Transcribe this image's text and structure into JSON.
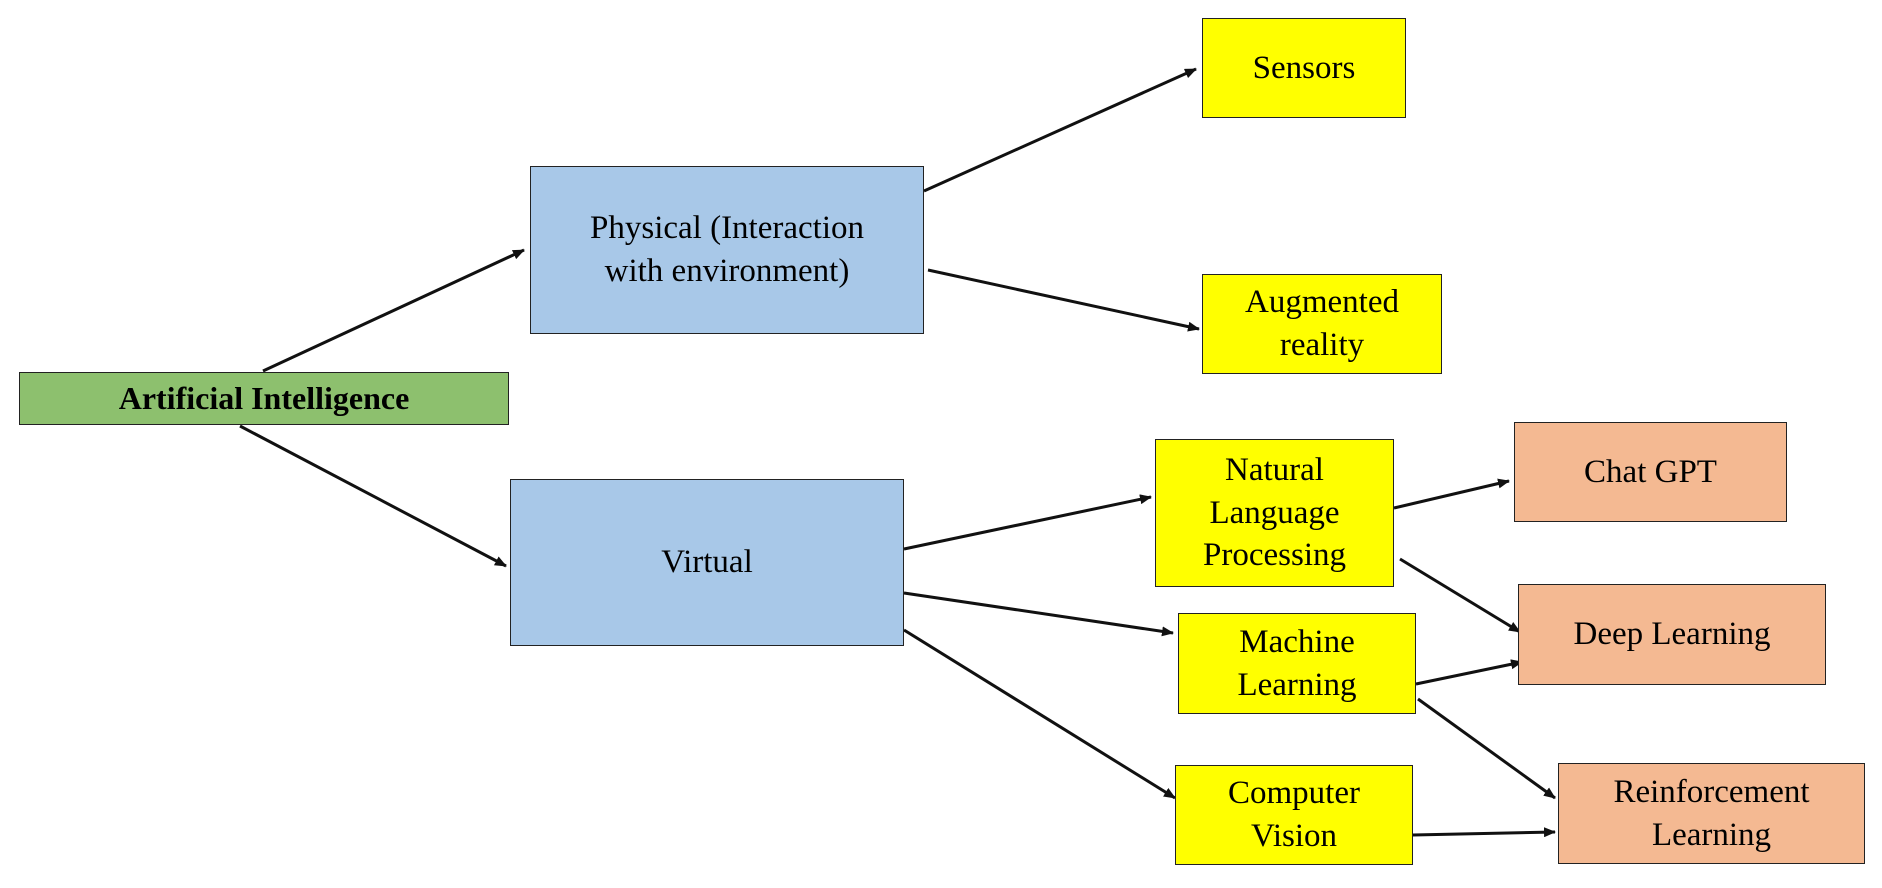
{
  "colors": {
    "root": "#8dc06e",
    "category": "#a8c8e8",
    "technology": "#ffff00",
    "application": "#f4b992",
    "arrow": "#111111"
  },
  "nodes": {
    "ai": {
      "label": "Artificial Intelligence"
    },
    "physical": {
      "label": "Physical (Interaction\nwith environment)"
    },
    "virtual": {
      "label": "Virtual"
    },
    "sensors": {
      "label": "Sensors"
    },
    "ar": {
      "label": "Augmented\nreality"
    },
    "nlp": {
      "label": "Natural\nLanguage\nProcessing"
    },
    "ml": {
      "label": "Machine\nLearning"
    },
    "cv": {
      "label": "Computer\nVision"
    },
    "chatgpt": {
      "label": "Chat GPT"
    },
    "dl": {
      "label": "Deep Learning"
    },
    "rl": {
      "label": "Reinforcement\nLearning"
    }
  },
  "edges": [
    {
      "from": "ai",
      "to": "physical"
    },
    {
      "from": "ai",
      "to": "virtual"
    },
    {
      "from": "physical",
      "to": "sensors"
    },
    {
      "from": "physical",
      "to": "ar"
    },
    {
      "from": "virtual",
      "to": "nlp"
    },
    {
      "from": "virtual",
      "to": "ml"
    },
    {
      "from": "virtual",
      "to": "cv"
    },
    {
      "from": "nlp",
      "to": "chatgpt"
    },
    {
      "from": "nlp",
      "to": "dl"
    },
    {
      "from": "ml",
      "to": "dl"
    },
    {
      "from": "ml",
      "to": "rl"
    },
    {
      "from": "cv",
      "to": "rl"
    }
  ]
}
